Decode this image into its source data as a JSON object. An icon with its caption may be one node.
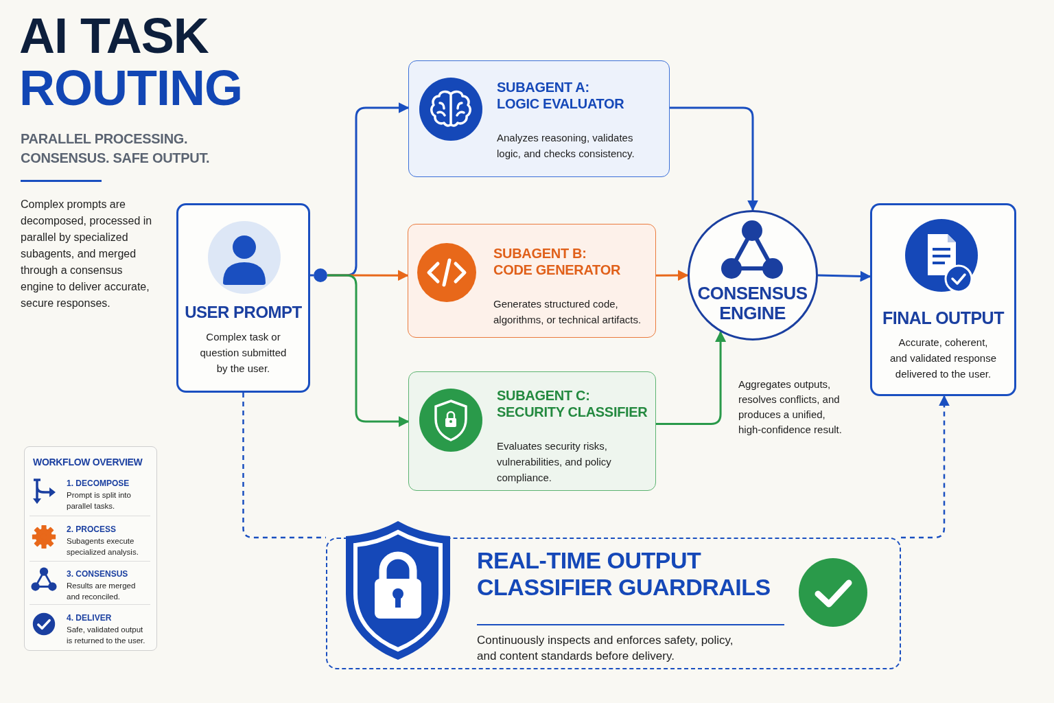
{
  "diagram": {
    "title": "AI TASK ROUTING",
    "nodes": [
      {
        "text": [
          "USER PROMPT",
          "Complex task or question submitted by the user."
        ]
      },
      {
        "text": [],
        "shape": "circle"
      },
      {
        "text": [
          "SUBAGENT A: LOGIC EVALUATOR",
          "Analyzes reasoning, validates logic, and checks consistency."
        ]
      },
      {
        "text": [
          "SUBAGENT B: CODE GENERATOR",
          "Generates structured code, algorithms, or technical artifacts."
        ]
      },
      {
        "text": [
          "SUBAGENT C: SECURITY CLASSIFIER",
          "Evaluates security risks, vulnerabilities, and policy compliance."
        ]
      },
      {
        "text": [
          "CONSENSUS ENGINE"
        ]
      },
      {
        "text": [
          "FINAL OUTPUT",
          "Accurate, coherent, and validated response delivered to the user."
        ]
      },
      {
        "text": [
          "REAL-TIME OUTPUT CLASSIFIER GUARDRAILS",
          "Continuously inspects and enforces safety, policy, and content standards before delivery."
        ]
      },
      {
        "text": [
          "WORKFLOW OVERVIEW",
          "1. DECOMPOSE",
          "Prompt is split into parallel tasks.",
          "2. PROCESS",
          "Subagents execute specialized analysis.",
          "3. CONSENSUS",
          "Results are merged and reconciled.",
          "4. DELIVER",
          "Safe, validated output is returned to the user."
        ]
      }
    ],
    "edges": [
      {
        "from": 0,
        "to": 1,
        "arrow": "none"
      },
      {
        "from": 1,
        "to": 2,
        "arrow": "to"
      },
      {
        "from": 1,
        "to": 3,
        "arrow": "to",
        "color": "#e8681a"
      },
      {
        "from": 1,
        "to": 4,
        "arrow": "to",
        "color": "#2a9a4a"
      },
      {
        "from": 2,
        "to": 5,
        "arrow": "to"
      },
      {
        "from": 3,
        "to": 5,
        "arrow": "to",
        "color": "#e8681a"
      },
      {
        "from": 4,
        "to": 5,
        "arrow": "to",
        "color": "#2a9a4a"
      },
      {
        "from": 5,
        "to": 6,
        "arrow": "to"
      },
      {
        "from": 0,
        "to": 7,
        "arrow": "none",
        "style": "dashed"
      },
      {
        "from": 7,
        "to": 6,
        "arrow": "to",
        "style": "dashed"
      }
    ],
    "labels": [
      "PARALLEL PROCESSING. CONSENSUS. SAFE OUTPUT.",
      "Complex prompts are decomposed, processed in parallel by specialized subagents, and merged through a consensus engine to deliver accurate, secure responses.",
      "Aggregates outputs, resolves conflicts, and produces a unified, high-confidence result."
    ]
  }
}
